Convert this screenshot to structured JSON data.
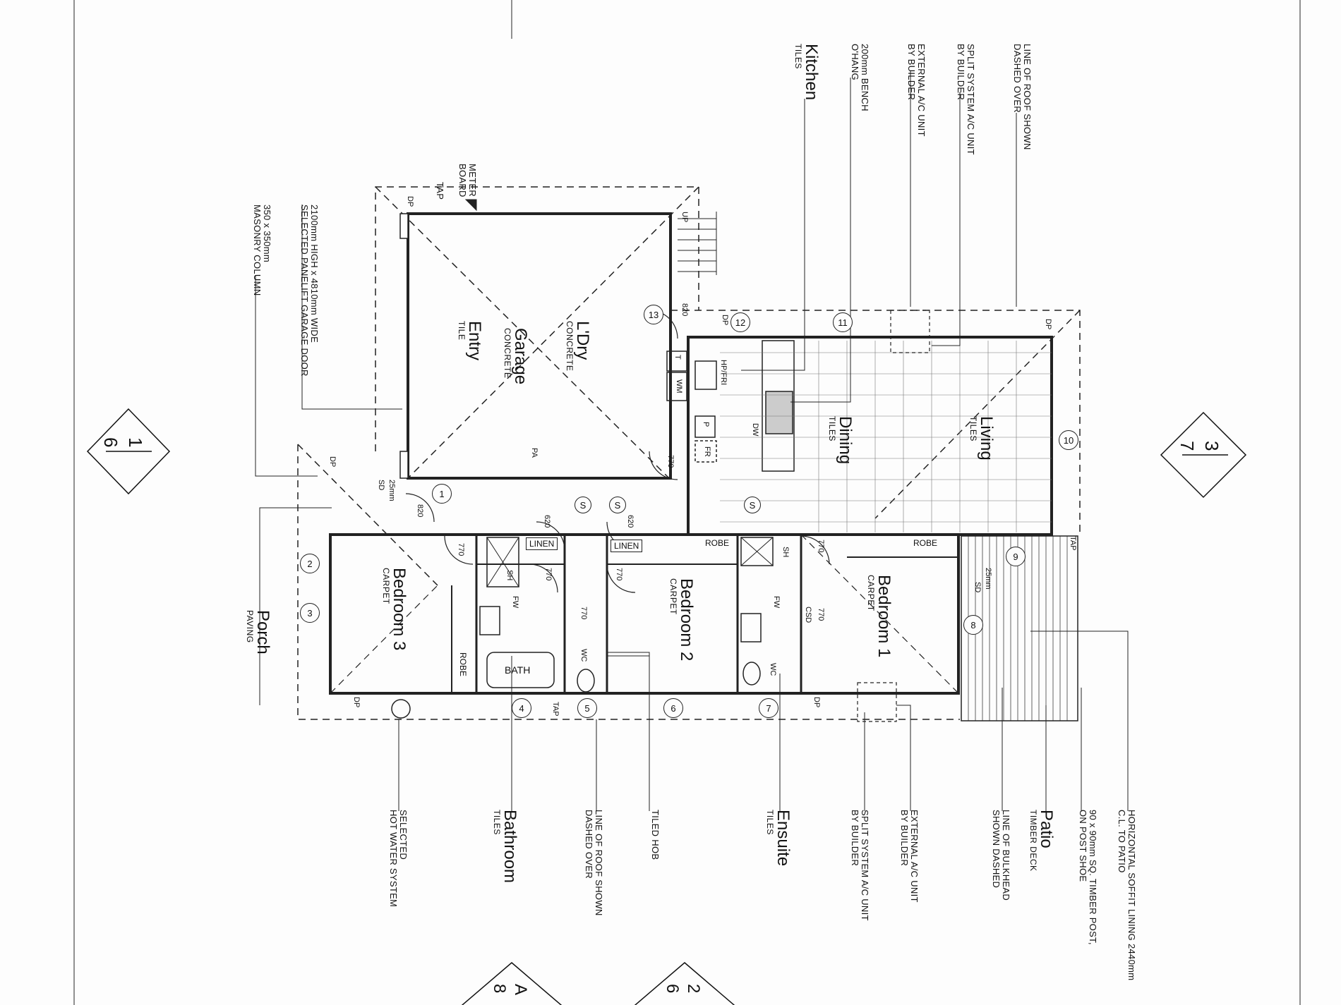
{
  "notes": {
    "roof_top": [
      "LINE OF ROOF SHOWN",
      "DASHED OVER"
    ],
    "split_top": [
      "SPLIT SYSTEM A/C UNIT",
      "BY BUILDER"
    ],
    "ext_ac_top": [
      "EXTERNAL A/C UNIT",
      "BY BUILDER"
    ],
    "bench": [
      "200mm BENCH",
      "O'HANG"
    ],
    "kitchen_title": "Kitchen",
    "kitchen_sub": "TILES",
    "meter": [
      "METER",
      "BOARD"
    ],
    "tap": "TAP",
    "garage_door": [
      "2100mm HIGH x 4810mm WIDE",
      "SELECTED PANELIFT GARAGE DOOR"
    ],
    "column": [
      "350 x 350mm",
      "MASONRY COLUMN"
    ],
    "porch_title": "Porch",
    "porch_sub": "PAVING",
    "hot_water": [
      "SELECTED",
      "HOT WATER SYSTEM"
    ],
    "bathroom_title": "Bathroom",
    "bathroom_sub": "TILES",
    "roof_bottom": [
      "LINE OF ROOF SHOWN",
      "DASHED OVER"
    ],
    "tiled_hob": "TILED HOB",
    "ensuite_title": "Ensuite",
    "ensuite_sub": "TILES",
    "split_bottom": [
      "SPLIT SYSTEM A/C UNIT",
      "BY BUILDER"
    ],
    "ext_ac_bottom": [
      "EXTERNAL A/C UNIT",
      "BY BUILDER"
    ],
    "bulkhead": [
      "LINE OF BULKHEAD",
      "SHOWN DASHED"
    ],
    "patio_title": "Patio",
    "patio_sub": "TIMBER DECK",
    "post": [
      "90 x 90mm SQ. TIMBER POST,",
      "ON POST SHOE"
    ],
    "soffit": [
      "HORIZONTAL SOFFIT LINING 2440mm",
      "C.L. TO PATIO"
    ]
  },
  "rooms": {
    "ldry": {
      "name": "L'Dry",
      "finish": "CONCRETE"
    },
    "garage": {
      "name": "Garage",
      "finish": "CONCRETE"
    },
    "entry": {
      "name": "Entry",
      "finish": "TILE"
    },
    "dining": {
      "name": "Dining",
      "finish": "TILES"
    },
    "living": {
      "name": "Living",
      "finish": "TILES"
    },
    "bed3": {
      "name": "Bedroom 3",
      "finish": "CARPET"
    },
    "bed2": {
      "name": "Bedroom 2",
      "finish": "CARPET"
    },
    "bed1": {
      "name": "Bedroom 1",
      "finish": "CARPET"
    }
  },
  "labels": {
    "linen": "LINEN",
    "robe": "ROBE",
    "bath": "BATH",
    "sh": "SH",
    "wc": "WC",
    "fw": "FW",
    "dp": "DP",
    "up": "UP",
    "hp_fri": "HP/FRI",
    "wm": "WM",
    "t": "T",
    "p": "P",
    "fr": "FR",
    "dw": "DW",
    "pa": "PA",
    "sd25": "25mm",
    "sd": "SD",
    "csd": "CSD",
    "d820": "820",
    "d770": "770",
    "d620": "620",
    "s": "S",
    "tap": "TAP"
  },
  "grid_markers": [
    "1",
    "2",
    "3",
    "4",
    "5",
    "6",
    "7",
    "8",
    "9",
    "10",
    "11",
    "12",
    "13"
  ],
  "sections": [
    {
      "top": "1",
      "bottom": "6"
    },
    {
      "top": "3",
      "bottom": "7"
    },
    {
      "top": "A",
      "bottom": "8"
    },
    {
      "top": "2",
      "bottom": "6"
    }
  ]
}
